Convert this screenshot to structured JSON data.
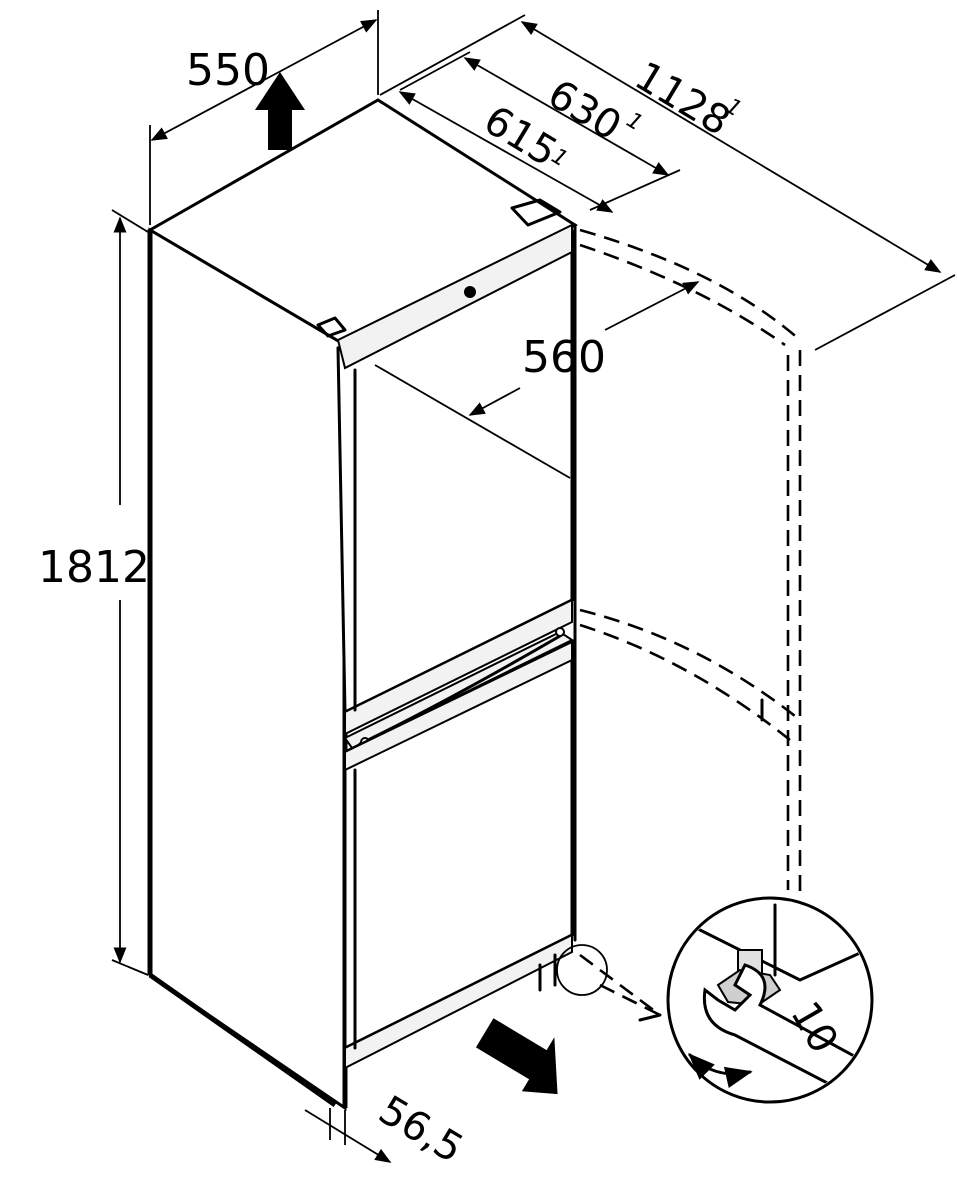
{
  "dimensions": {
    "depth_top": "550",
    "door_open_depth": "1128",
    "depth_630": "630",
    "depth_615": "615",
    "width_560": "560",
    "height": "1812",
    "foot_offset": "56,5",
    "wrench_size": "10",
    "footnote_marker": "1"
  },
  "colors": {
    "line": "#000000",
    "background": "#ffffff"
  },
  "icons": [
    "up-arrow-icon",
    "push-arrow-icon",
    "rotate-arrow-icon",
    "wrench-icon"
  ]
}
